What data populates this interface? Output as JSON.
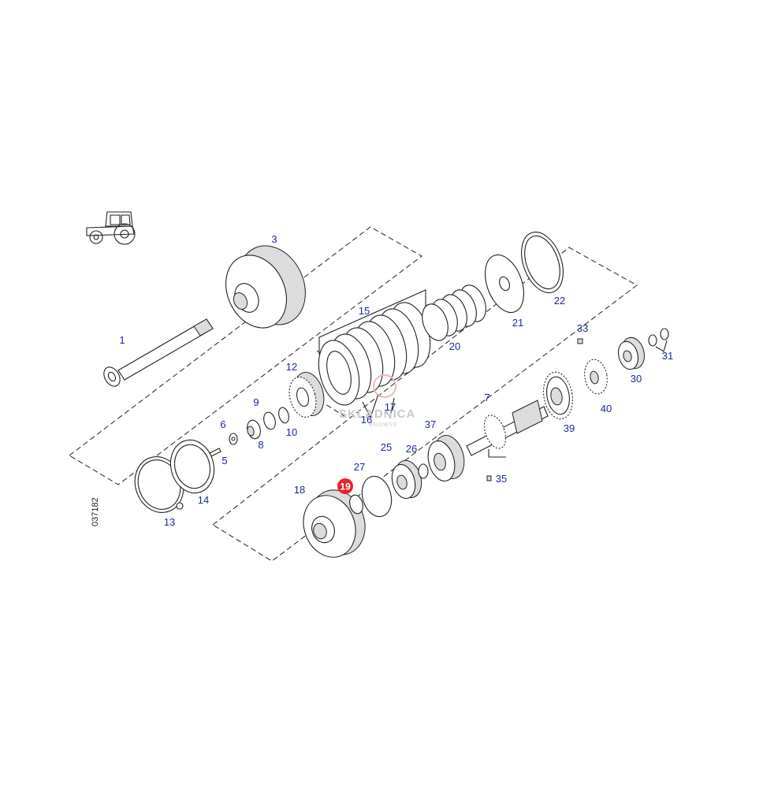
{
  "drawing_code": "037182",
  "highlighted_part": "19",
  "watermark": {
    "name": "SKLADNICA",
    "sub": "BROWSE"
  },
  "labels": {
    "p1": "1",
    "p3": "3",
    "p5": "5",
    "p6": "6",
    "p7": "7",
    "p8": "8",
    "p9": "9",
    "p10": "10",
    "p12": "12",
    "p13": "13",
    "p14": "14",
    "p15": "15",
    "p16": "16",
    "p17": "17",
    "p18": "18",
    "p19": "19",
    "p20": "20",
    "p21": "21",
    "p22": "22",
    "p25": "25",
    "p26": "26",
    "p27": "27",
    "p30": "30",
    "p31": "31",
    "p33": "33",
    "p35": "35",
    "p37": "37",
    "p39": "39",
    "p40": "40"
  },
  "colors": {
    "label": "#1a2a9c",
    "highlight": "#e3262b",
    "line": "#222222"
  }
}
